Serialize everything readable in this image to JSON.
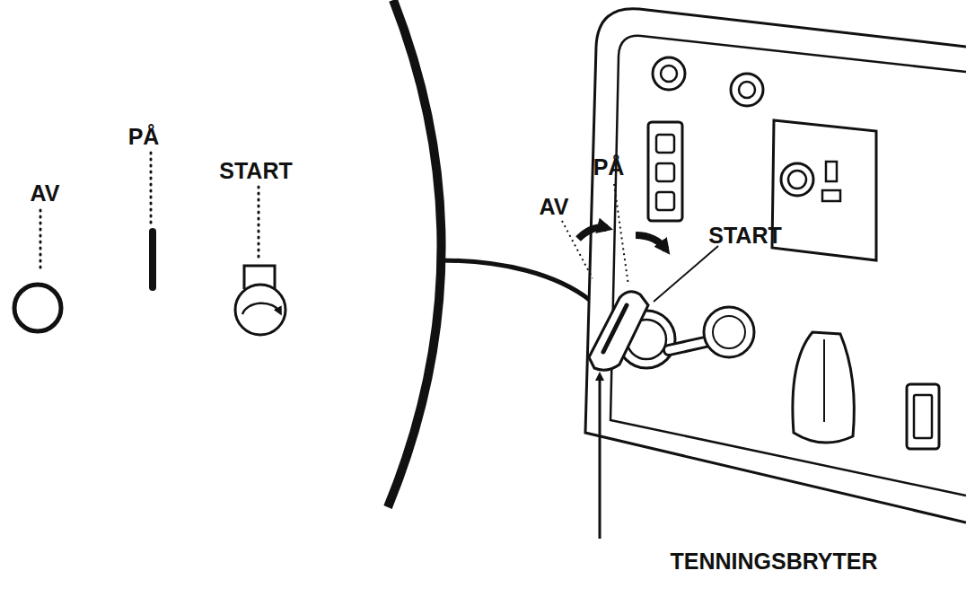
{
  "diagram": {
    "labels": [
      "AV",
      "PÅ",
      "START",
      "AV",
      "PÅ",
      "START",
      "TENNINGSBRYTER"
    ]
  }
}
